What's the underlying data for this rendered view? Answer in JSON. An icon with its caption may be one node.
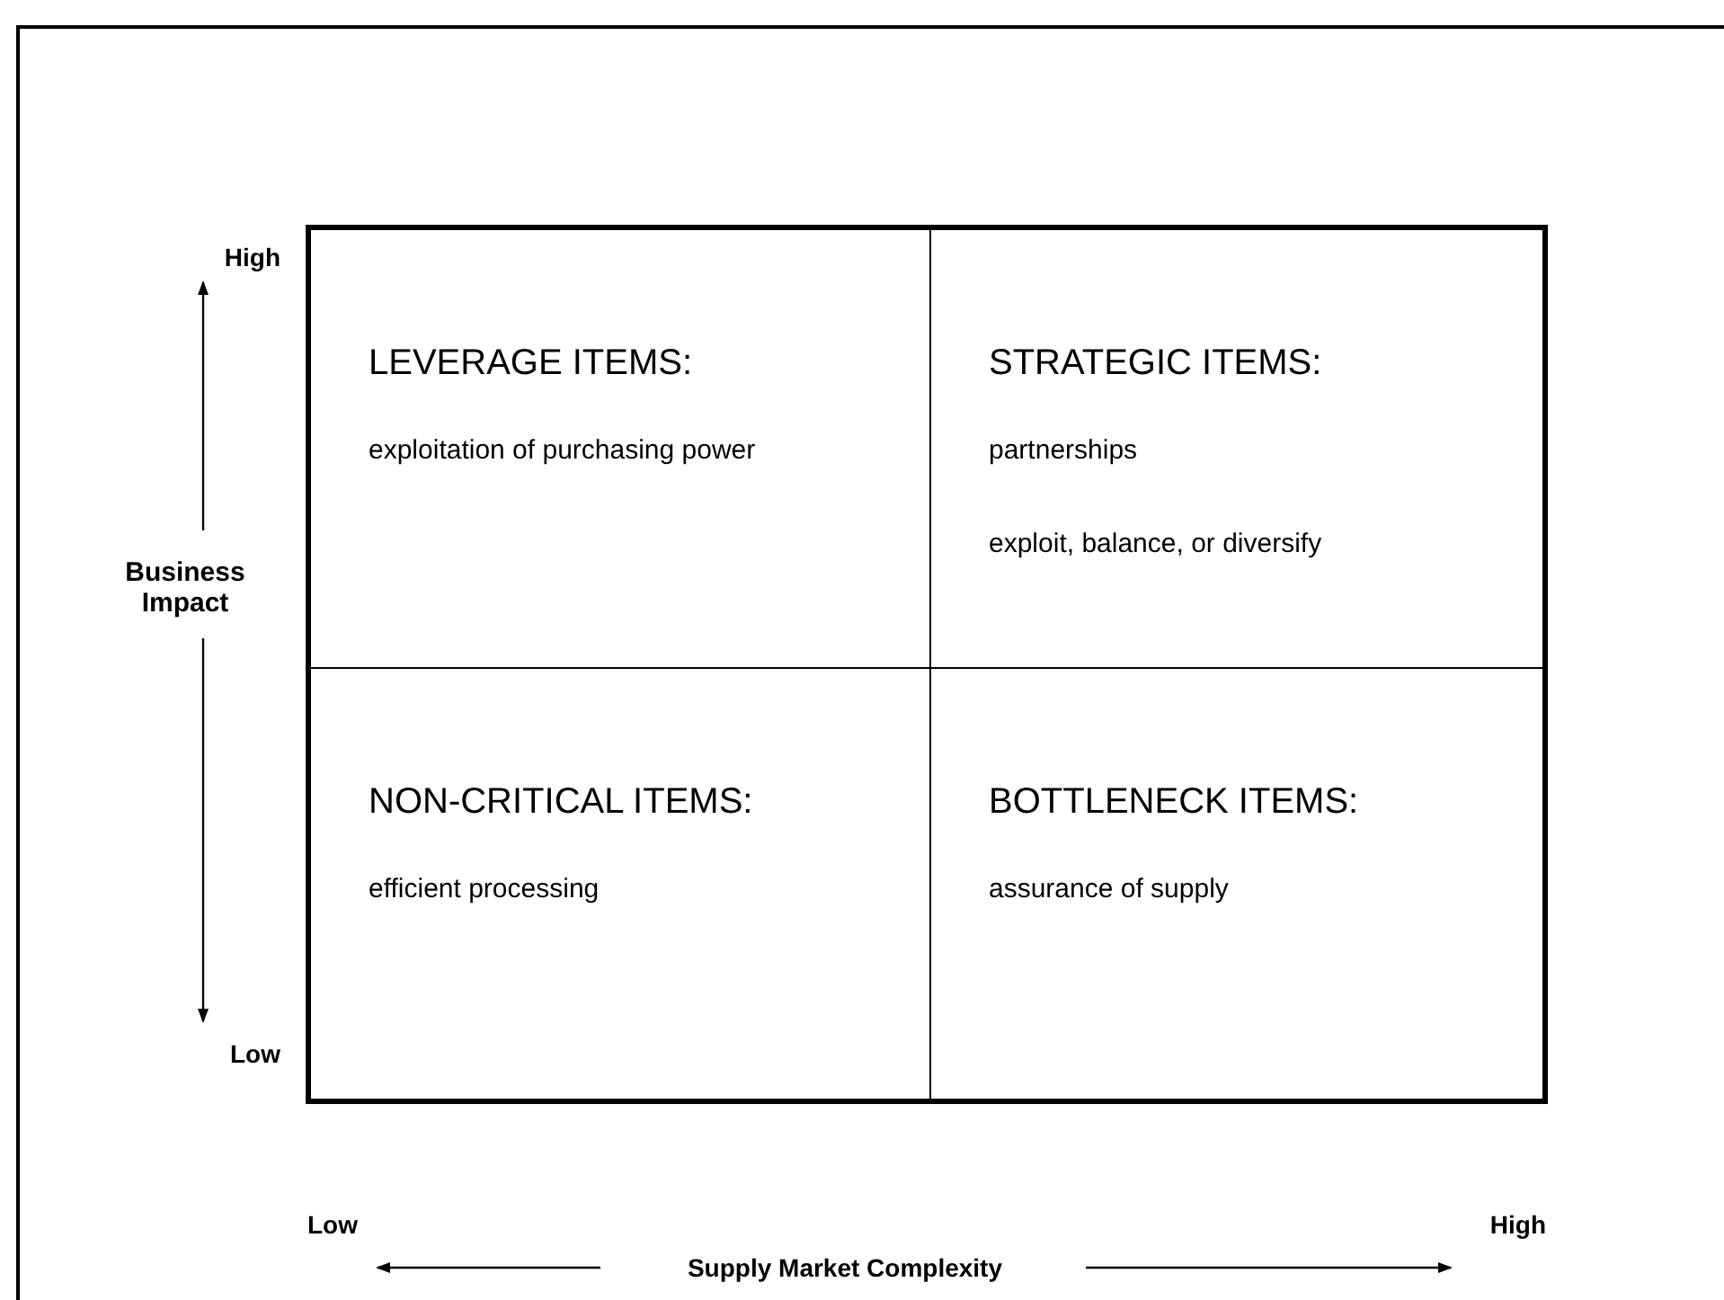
{
  "diagram": {
    "nodes": [
      {
        "text": [
          "LEVERAGE ITEMS:",
          "exploitation of purchasing power"
        ]
      },
      {
        "text": [
          "STRATEGIC ITEMS:",
          "partnerships",
          "exploit, balance, or diversify"
        ]
      },
      {
        "text": [
          "NON-CRITICAL ITEMS:",
          "efficient processing"
        ]
      },
      {
        "text": [
          "BOTTLENECK ITEMS:",
          "assurance of supply"
        ]
      }
    ],
    "edges": [],
    "labels": [
      "High",
      "Business Impact",
      "Low",
      "Low",
      "High",
      "Supply Market Complexity"
    ]
  }
}
